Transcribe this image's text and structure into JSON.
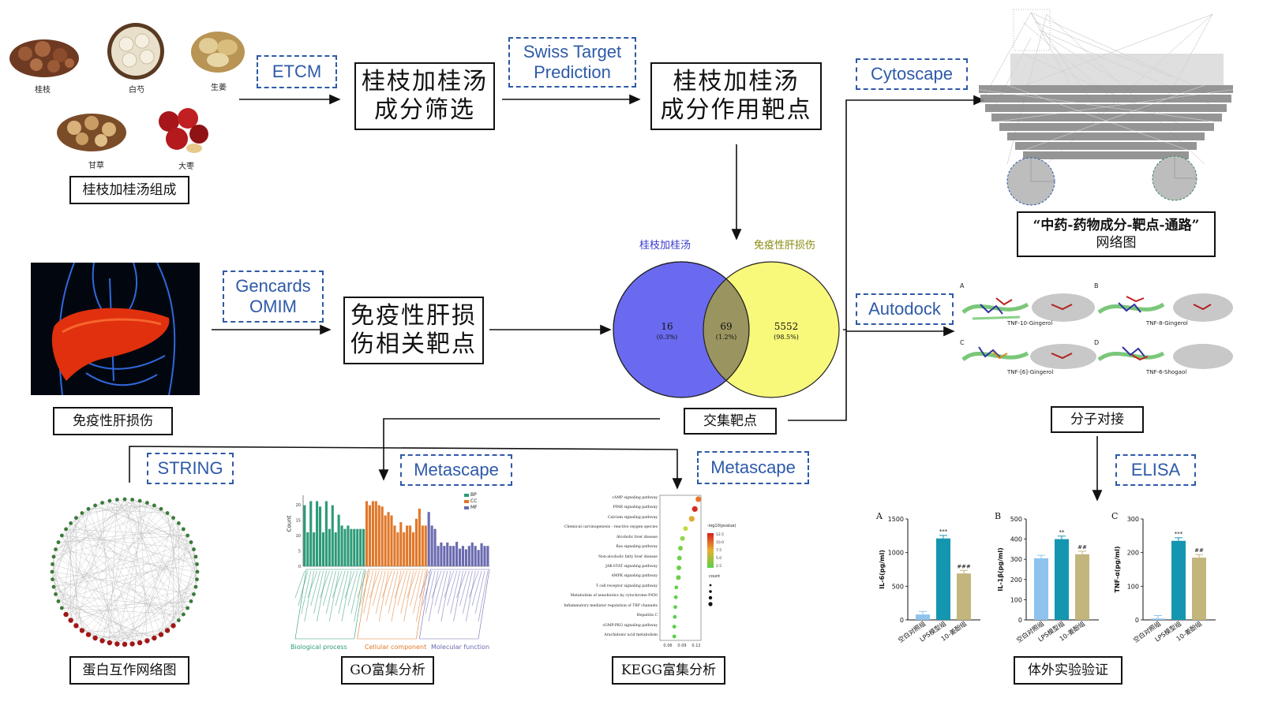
{
  "herbs": [
    {
      "label": "桂枝",
      "color": "#8b4a2a"
    },
    {
      "label": "白芍",
      "color": "#e8dcc2"
    },
    {
      "label": "生姜",
      "color": "#c9a86a"
    },
    {
      "label": "甘草",
      "color": "#9a6a3a"
    },
    {
      "label": "大枣",
      "color": "#b21e1e"
    }
  ],
  "boxes": {
    "composition": "桂枝加桂汤组成",
    "screening_l1": "桂枝加桂汤",
    "screening_l2": "成分筛选",
    "targets_l1": "桂枝加桂汤",
    "targets_l2": "成分作用靶点",
    "disease_l1": "免疫性肝损",
    "disease_l2": "伤相关靶点",
    "disease_label": "免疫性肝损伤",
    "intersection": "交集靶点",
    "network_l1": "“中药-药物成分-靶点-通路”",
    "network_l2": "网络图",
    "docking": "分子对接",
    "ppi": "蛋白互作网络图",
    "go": "GO富集分析",
    "kegg": "KEGG富集分析",
    "invitro": "体外实验验证"
  },
  "tools": {
    "etcm": "ETCM",
    "swiss_l1": "Swiss Target",
    "swiss_l2": "Prediction",
    "gencards_l1": "Gencards",
    "gencards_l2": "OMIM",
    "cytoscape": "Cytoscape",
    "autodock": "Autodock",
    "string": "STRING",
    "metascape_go": "Metascape",
    "metascape_kegg": "Metascape",
    "elisa": "ELISA"
  },
  "venn": {
    "left_title": "桂枝加桂汤",
    "right_title": "免疫性肝损伤",
    "left_count": "16",
    "left_pct": "(0.3%)",
    "overlap_count": "69",
    "overlap_pct": "(1.2%)",
    "right_count": "5552",
    "right_pct": "(98.5%)",
    "left_color": "#6a6af0",
    "right_color": "#f8f87a"
  },
  "docking_panels": [
    {
      "letter": "A",
      "caption": "TNF-10-Gingerol"
    },
    {
      "letter": "B",
      "caption": "TNF-8-Gingerol"
    },
    {
      "letter": "C",
      "caption": "TNF-[6]-Gingerol"
    },
    {
      "letter": "D",
      "caption": "TNF-6-Shogaol"
    }
  ],
  "go_chart": {
    "y_label": "Count",
    "legend": [
      "BP",
      "CC",
      "MF"
    ],
    "categories": [
      "Biological process",
      "Cellular component",
      "Molecular function"
    ],
    "colors": [
      "#2e9a78",
      "#e0782a",
      "#6a6ab0"
    ]
  },
  "kegg_chart": {
    "pathways": [
      "cAMP signaling pathway",
      "PPAR signaling pathway",
      "Calcium signaling pathway",
      "Chemical carcinogenesis - reactive oxygen species",
      "Alcoholic liver disease",
      "Ras signaling pathway",
      "Non-alcoholic fatty liver disease",
      "JAK-STAT signaling pathway",
      "AMPK signaling pathway",
      "T cell receptor signaling pathway",
      "Metabolism of xenobiotics by cytochrome P450",
      "Inflammatory mediator regulation of TRP channels",
      "Hepatitis C",
      "cGMP-PKG signaling pathway",
      "Arachidonic acid metabolism"
    ],
    "x_ticks": [
      "0.06",
      "0.09",
      "0.12"
    ],
    "legend_title": "-log10(pvalue)",
    "legend_values": [
      "12.5",
      "10.0",
      "7.5",
      "5.0",
      "2.5"
    ],
    "count_title": "count"
  },
  "chart_data": [
    {
      "type": "bar",
      "panel": "A",
      "ylabel": "IL-6(pg/ml)",
      "ylim": [
        0,
        1500
      ],
      "yticks": [
        "0",
        "500",
        "1000",
        "1500"
      ],
      "categories": [
        "空白对照组",
        "LPS模型组",
        "10-姜酚组"
      ],
      "values": [
        80,
        1210,
        690
      ],
      "significance": [
        "",
        "***",
        "###"
      ],
      "colors": [
        "#8fc3ee",
        "#1596b0",
        "#c2b67c"
      ]
    },
    {
      "type": "bar",
      "panel": "B",
      "ylabel": "IL-1β(pg/ml)",
      "ylim": [
        0,
        500
      ],
      "yticks": [
        "0",
        "100",
        "200",
        "300",
        "400",
        "500"
      ],
      "categories": [
        "空白对照组",
        "LPS模型组",
        "10-姜酚组"
      ],
      "values": [
        305,
        400,
        325
      ],
      "significance": [
        "",
        "**",
        "##"
      ],
      "colors": [
        "#8fc3ee",
        "#1596b0",
        "#c2b67c"
      ]
    },
    {
      "type": "bar",
      "panel": "C",
      "ylabel": "TNF-α(pg/ml)",
      "ylim": [
        0,
        300
      ],
      "yticks": [
        "0",
        "100",
        "200",
        "300"
      ],
      "categories": [
        "空白对照组",
        "LPS模型组",
        "10-姜酚组"
      ],
      "values": [
        4,
        235,
        185
      ],
      "significance": [
        "",
        "***",
        "##"
      ],
      "colors": [
        "#8fc3ee",
        "#1596b0",
        "#c2b67c"
      ]
    }
  ]
}
